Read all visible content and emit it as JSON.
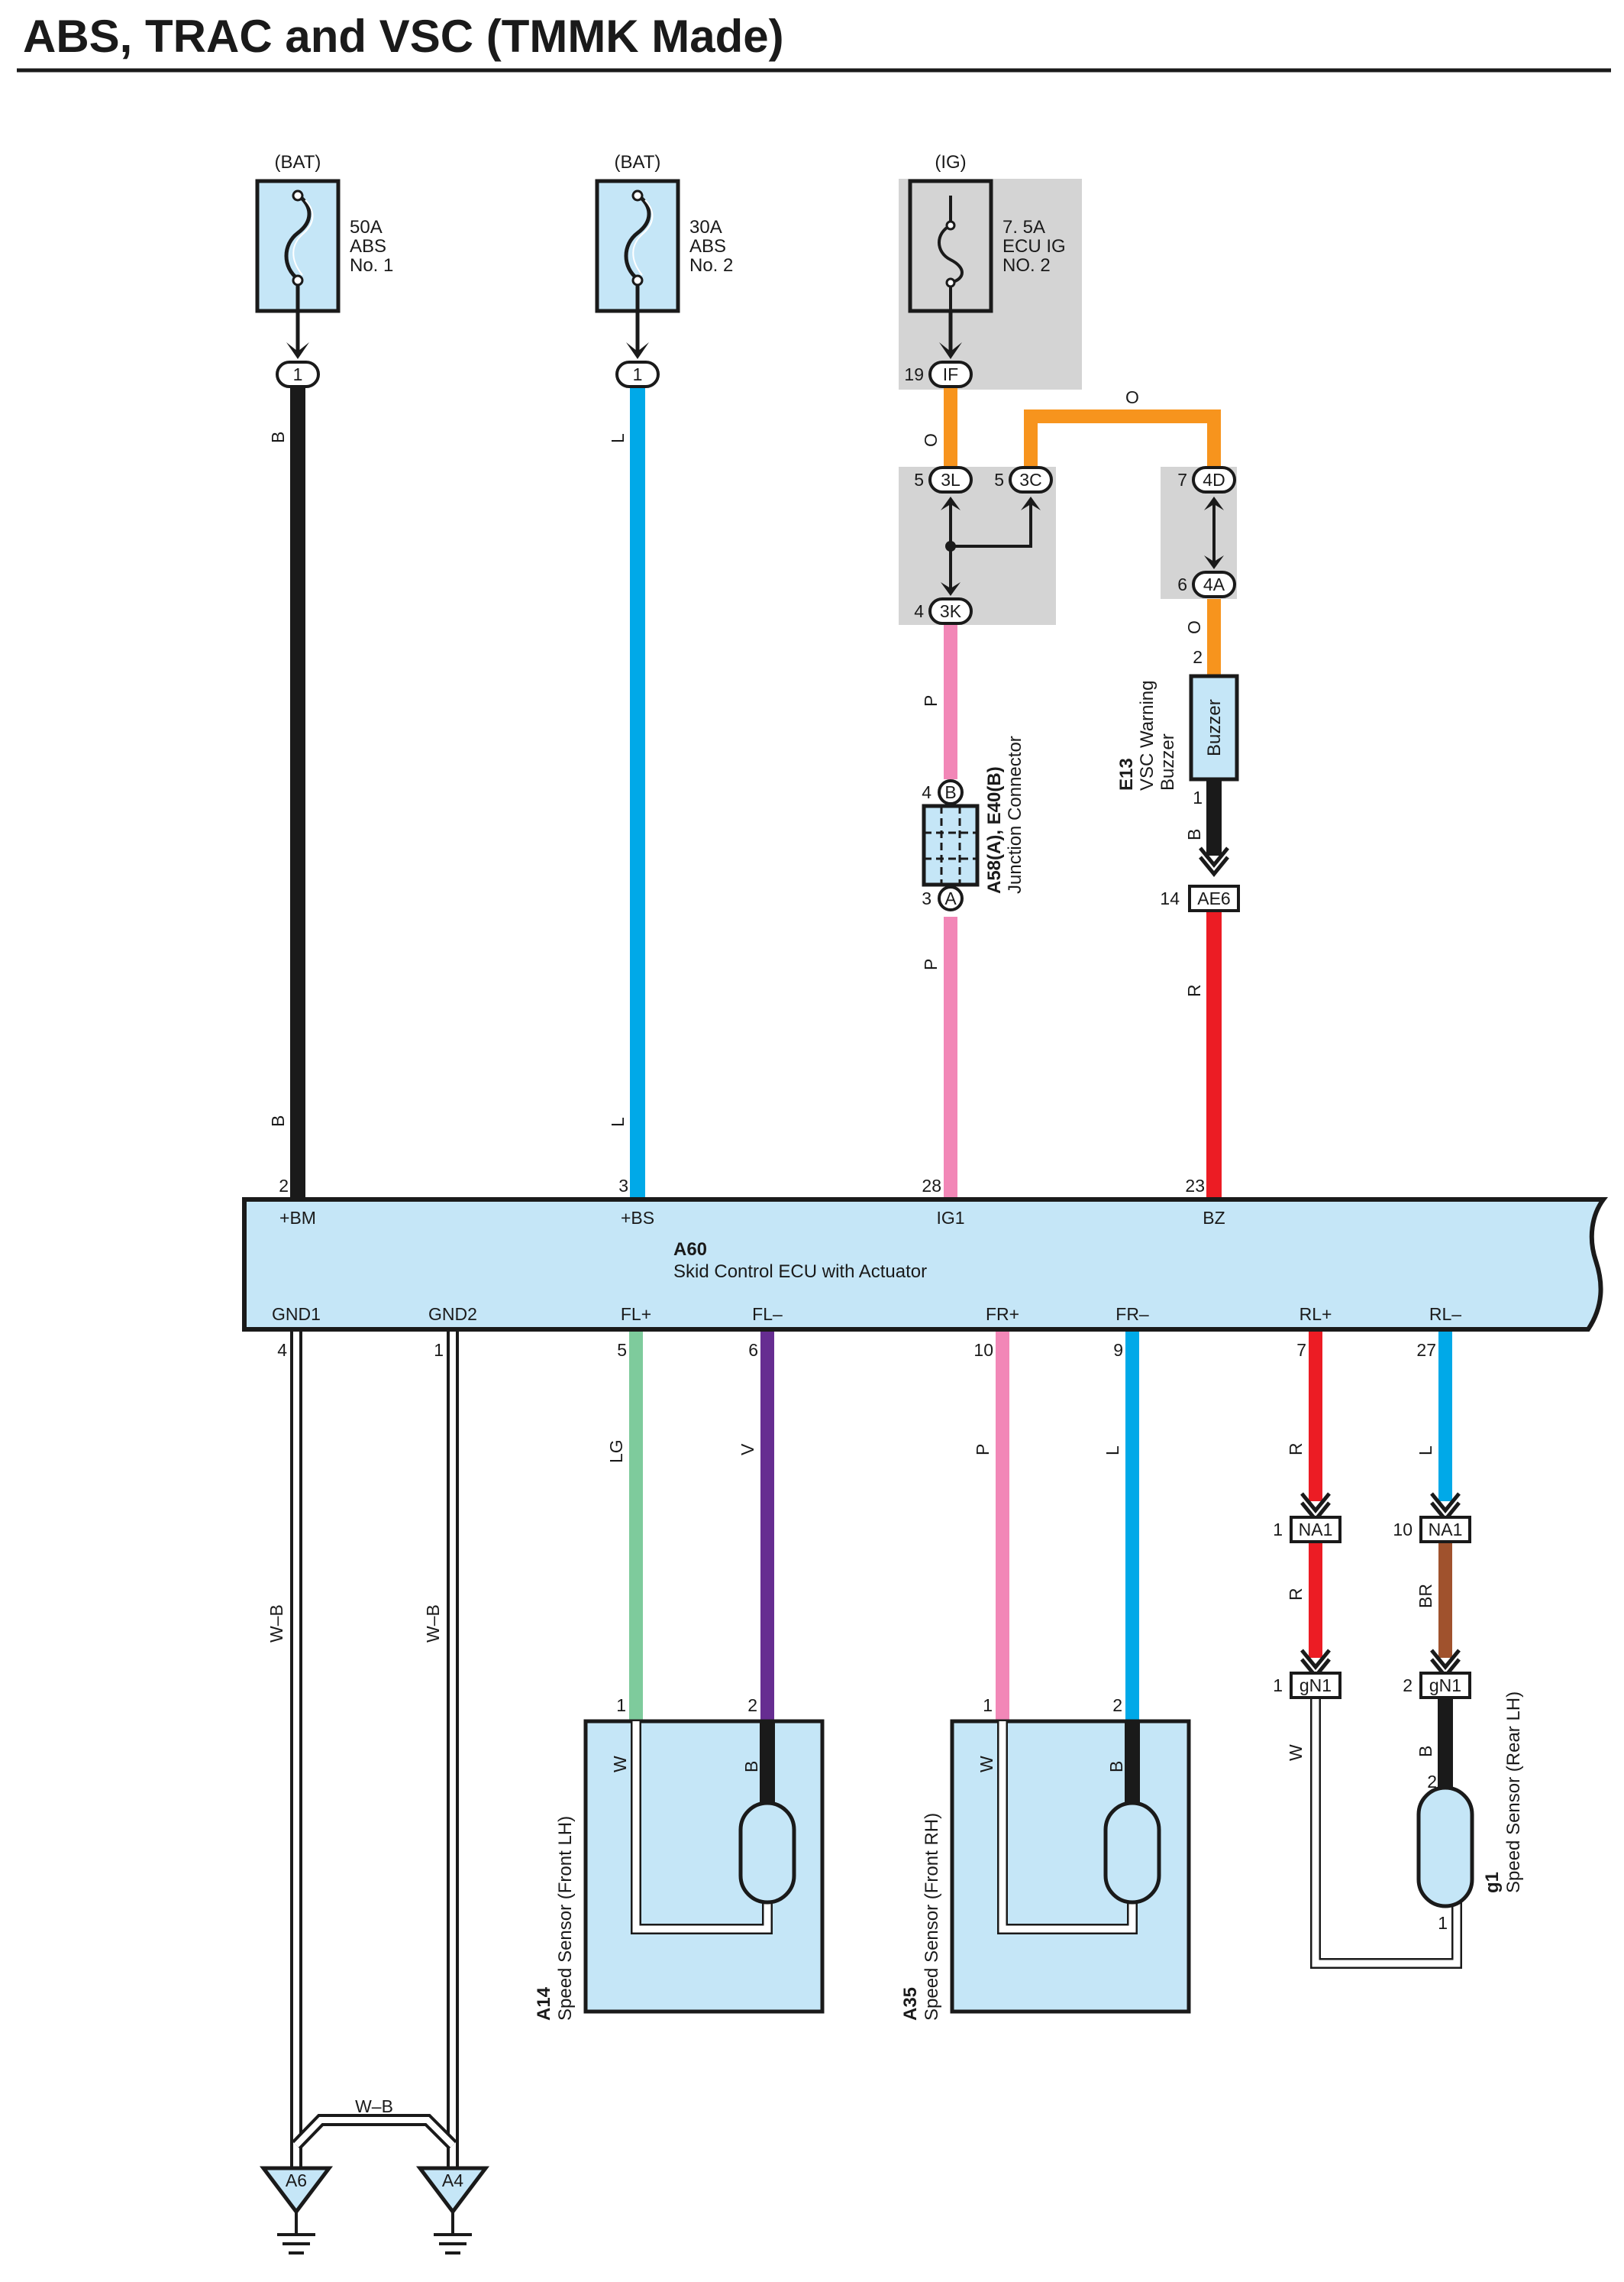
{
  "title": "ABS, TRAC and VSC (TMMK Made)",
  "colors": {
    "B": "#1a1a1a",
    "L": "#00a9e8",
    "O": "#f7941d",
    "P": "#f287b7",
    "R": "#ec1c24",
    "LG": "#7ecb9c",
    "V": "#662d91",
    "BR": "#a0522d",
    "W": "#ffffff",
    "component_fill": "#c5e6f7",
    "shade": "#d4d4d4"
  },
  "fuses": {
    "abs1": {
      "source": "(BAT)",
      "amp": "50A",
      "name": "ABS",
      "no": "No. 1",
      "conn": "1",
      "wire": "B"
    },
    "abs2": {
      "source": "(BAT)",
      "amp": "30A",
      "name": "ABS",
      "no": "No. 2",
      "conn": "1",
      "wire": "L"
    },
    "ecuig": {
      "source": "(IG)",
      "amp": "7. 5A",
      "name": "ECU IG",
      "no": "NO. 2",
      "conn": "IF",
      "conn_pin": "19"
    }
  },
  "junction": {
    "c3L": "3L",
    "c3L_pin": "5",
    "c3C": "3C",
    "c3C_pin": "5",
    "c3K": "3K",
    "c3K_pin": "4",
    "c4D": "4D",
    "c4D_pin": "7",
    "c4A": "4A",
    "c4A_pin": "6"
  },
  "wire_codes": {
    "O": "O",
    "P": "P",
    "B": "B",
    "R": "R",
    "L": "L",
    "LG": "LG",
    "V": "V",
    "W": "W",
    "BR": "BR",
    "WB": "W–B"
  },
  "jconn": {
    "code": "A58(A), E40(B)",
    "name": "Junction Connector",
    "pinB": "B",
    "pinB_no": "4",
    "pinA": "A",
    "pinA_no": "3"
  },
  "buzzer": {
    "code": "E13",
    "name_line1": "VSC Warning",
    "name_line2": "Buzzer",
    "label": "Buzzer",
    "pin_top": "2",
    "pin_bottom": "1",
    "conn": "AE6",
    "conn_pin": "14"
  },
  "ecu": {
    "code": "A60",
    "name": "Skid Control ECU with Actuator",
    "top_pins": [
      {
        "num": "2",
        "label": "+BM"
      },
      {
        "num": "3",
        "label": "+BS"
      },
      {
        "num": "28",
        "label": "IG1"
      },
      {
        "num": "23",
        "label": "BZ"
      }
    ],
    "bottom_pins": [
      {
        "num": "4",
        "label": "GND1"
      },
      {
        "num": "1",
        "label": "GND2"
      },
      {
        "num": "5",
        "label": "FL+"
      },
      {
        "num": "6",
        "label": "FL–"
      },
      {
        "num": "10",
        "label": "FR+"
      },
      {
        "num": "9",
        "label": "FR–"
      },
      {
        "num": "7",
        "label": "RL+"
      },
      {
        "num": "27",
        "label": "RL–"
      }
    ]
  },
  "connectors_rear": {
    "na1": "NA1",
    "na1_pin_a": "1",
    "na1_pin_b": "10",
    "gn1": "gN1",
    "gn1_pin_a": "1",
    "gn1_pin_b": "2"
  },
  "sensors": {
    "fl": {
      "code": "A14",
      "name": "Speed Sensor (Front LH)",
      "pin1": "1",
      "pin2": "2"
    },
    "fr": {
      "code": "A35",
      "name": "Speed Sensor (Front RH)",
      "pin1": "1",
      "pin2": "2"
    },
    "rl": {
      "code": "g1",
      "name": "Speed Sensor (Rear LH)",
      "pin1": "1",
      "pin2": "2"
    }
  },
  "grounds": {
    "a6": "A6",
    "a4": "A4"
  }
}
